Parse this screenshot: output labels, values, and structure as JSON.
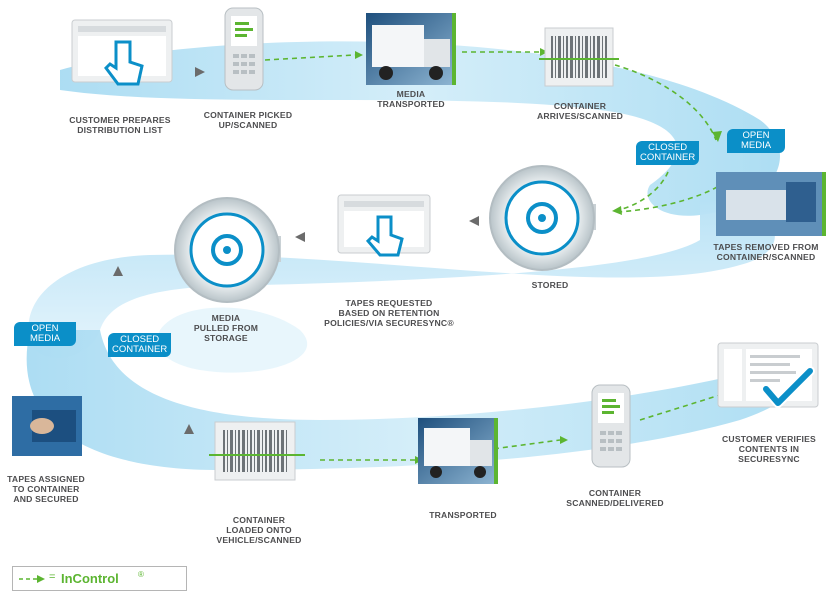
{
  "steps": {
    "customer_prepares": "CUSTOMER PREPARES\nDISTRIBUTION LIST",
    "container_picked_up": "CONTAINER PICKED\nUP/SCANNED",
    "media_transported": "MEDIA\nTRANSPORTED",
    "container_arrives": "CONTAINER\nARRIVES/SCANNED",
    "tapes_removed": "TAPES REMOVED FROM\nCONTAINER/SCANNED",
    "stored": "STORED",
    "tapes_requested": "TAPES REQUESTED\nBASED ON RETENTION\nPOLICIES/VIA SECURESYNC®",
    "media_pulled": "MEDIA\nPULLED FROM\nSTORAGE",
    "tapes_assigned": "TAPES ASSIGNED\nTO CONTAINER\nAND SECURED",
    "container_loaded": "CONTAINER\nLOADED ONTO\nVEHICLE/SCANNED",
    "transported": "TRANSPORTED",
    "container_delivered": "CONTAINER\nSCANNED/DELIVERED",
    "customer_verifies": "CUSTOMER VERIFIES\nCONTENTS IN\nSECURESYNC"
  },
  "tags": {
    "closed_container_top": "CLOSED\nCONTAINER",
    "open_media_top": "OPEN\nMEDIA",
    "open_media_left": "OPEN\nMEDIA",
    "closed_container_left": "CLOSED\nCONTAINER"
  },
  "legend": {
    "eq": "=",
    "label": "InControl",
    "reg": "®"
  },
  "colors": {
    "band": "#bfe3f3",
    "band_dark": "#7cc6ea",
    "incontrol_green": "#5cb531",
    "tag_blue": "#0b8fc8",
    "arrow_gray": "#6b6b6b",
    "label_gray": "#4d4d4f"
  },
  "icons": [
    "screen-hand-icon",
    "scanner-icon",
    "truck-photo-icon",
    "barcode-icon",
    "tapes-photo-icon",
    "vault-icon",
    "checkmark-document-icon",
    "tapes-in-container-photo-icon"
  ]
}
